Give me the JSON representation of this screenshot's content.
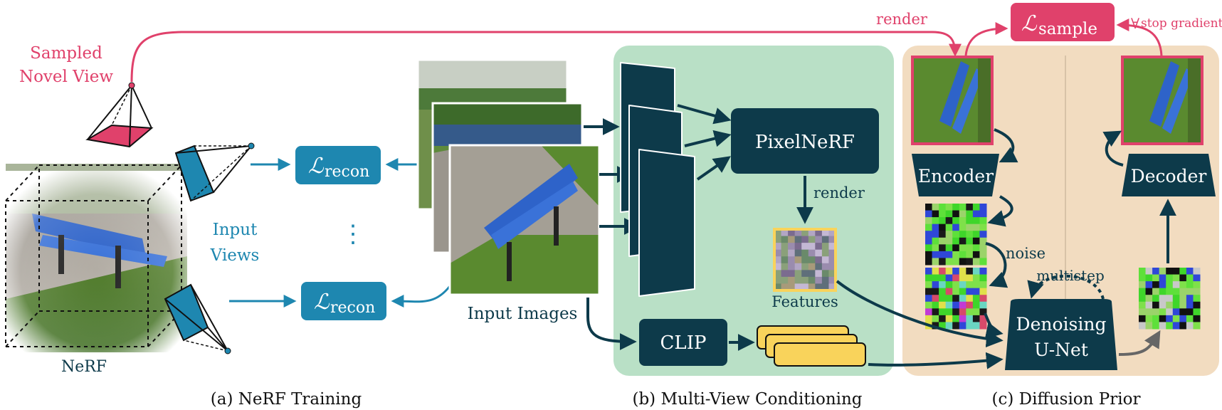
{
  "colors": {
    "pink": "#e0416b",
    "teal": "#1e87b0",
    "navy": "#0d3a4a",
    "green_panel": "#b9e0c6",
    "tan_panel": "#f2dcc0",
    "yellow": "#f9d35b",
    "grass": "#5a8a2f",
    "bench": "#2e63c9"
  },
  "labels": {
    "sampled_view": [
      "Sampled",
      "Novel View"
    ],
    "input_views": [
      "Input",
      "Views"
    ],
    "nerf": "NeRF",
    "loss_recon": "ℒ",
    "loss_recon_sub": "recon",
    "vdots": "⋮",
    "input_images": "Input Images",
    "pixelnerf": "PixelNeRF",
    "render_mid": "render",
    "features": "Features",
    "clip": "CLIP",
    "encoder": "Encoder",
    "decoder": "Decoder",
    "noise": "noise",
    "multistep": "multistep",
    "unet": [
      "Denoising",
      "U-Net"
    ],
    "render_top": "render",
    "loss_sample": "ℒ",
    "loss_sample_sub": "sample",
    "stop_gradient": "stop gradient",
    "stop_mark": "∀"
  },
  "captions": {
    "a": "(a) NeRF Training",
    "b": "(b) Multi-View Conditioning",
    "c": "(c) Diffusion Prior"
  }
}
